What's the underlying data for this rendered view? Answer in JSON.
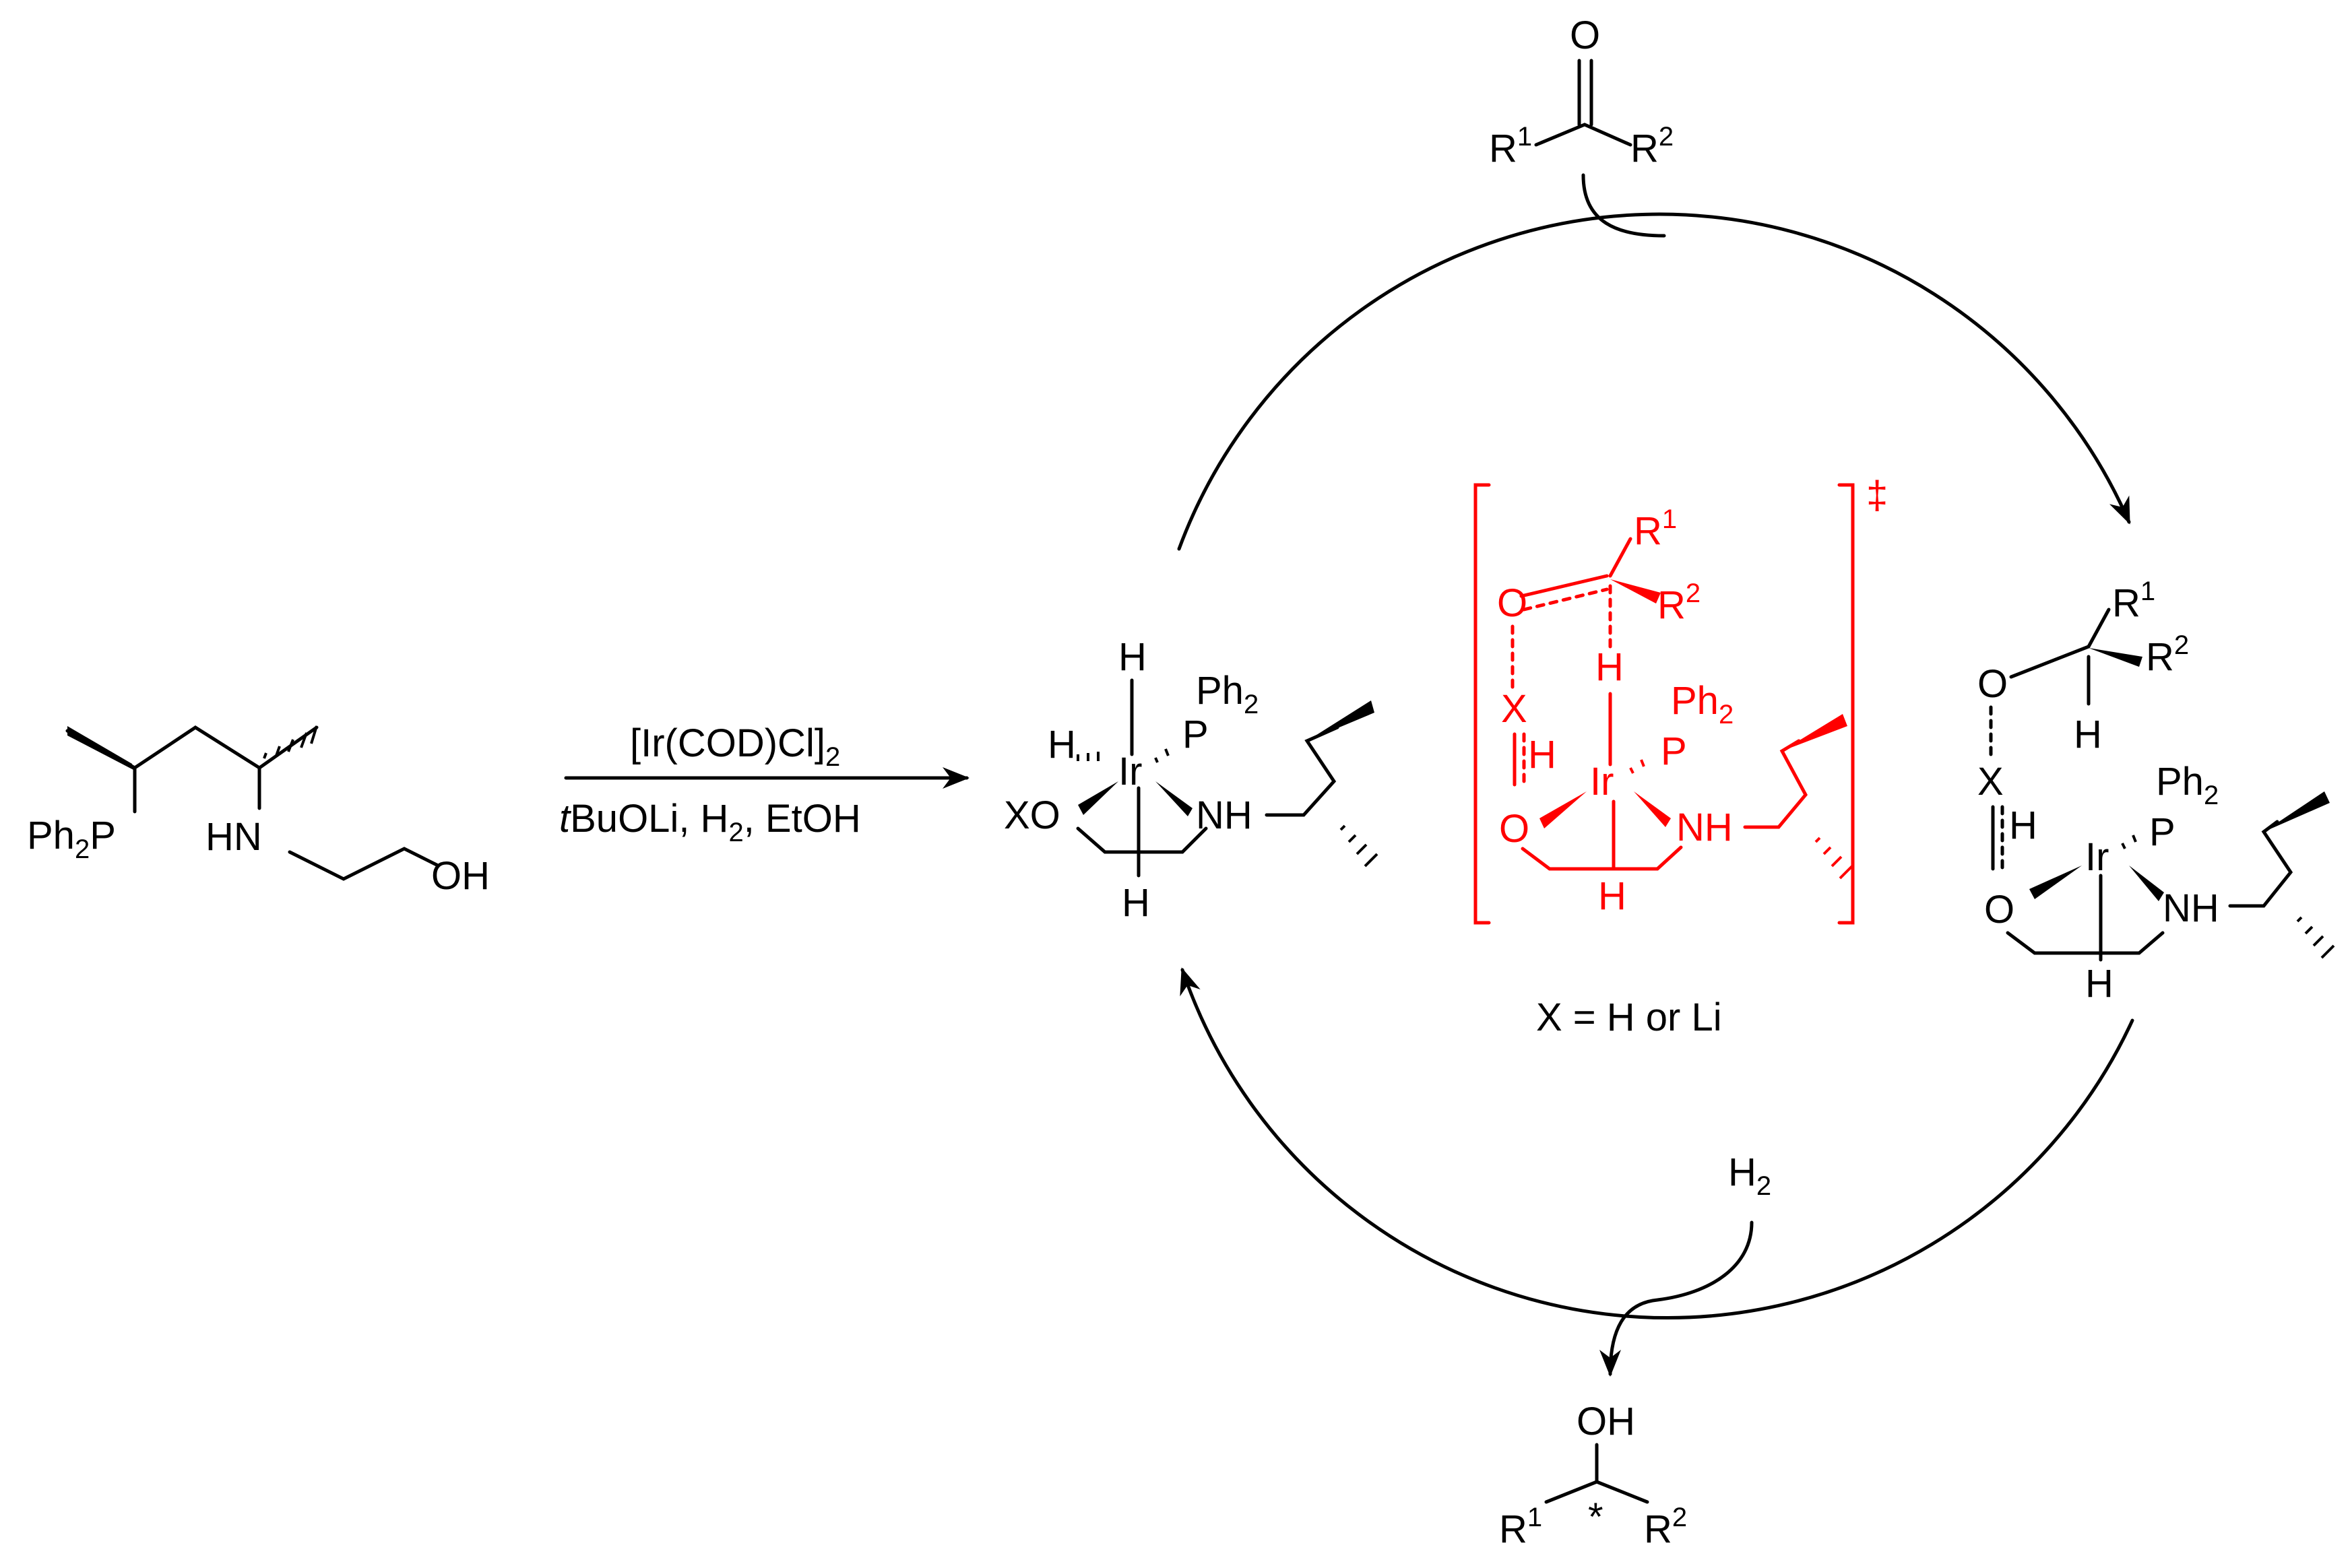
{
  "colors": {
    "ink": "#000000",
    "transition_state": "#ff0000"
  },
  "reaction_arrow": {
    "reagent_top": "[Ir(COD)Cl]",
    "reagent_top_sub": "2",
    "reagent_bottom_italic": "t",
    "reagent_bottom_a": "BuOLi, H",
    "reagent_bottom_sub": "2",
    "reagent_bottom_b": ", EtOH"
  },
  "ligand": {
    "ph": "Ph",
    "ph_sub": "2",
    "p": "P",
    "hn": "HN",
    "oh": "OH"
  },
  "catalyst": {
    "h": "H",
    "ir": "Ir",
    "p": "P",
    "ph": "Ph",
    "ph_sub": "2",
    "xo": "XO",
    "nh": "NH"
  },
  "ketone": {
    "o": "O",
    "r": "R",
    "r1": "1",
    "r2": "2"
  },
  "transition_state": {
    "dagger": "‡",
    "o": "O",
    "x": "X",
    "h": "H",
    "ir": "Ir",
    "p": "P",
    "ph": "Ph",
    "ph_sub": "2",
    "nh": "NH",
    "r": "R",
    "r1": "1",
    "r2": "2"
  },
  "product_complex": {
    "o": "O",
    "x": "X",
    "h": "H",
    "ir": "Ir",
    "p": "P",
    "ph": "Ph",
    "ph_sub": "2",
    "nh": "NH",
    "r": "R",
    "r1": "1",
    "r2": "2"
  },
  "definition": "X = H or Li",
  "hydrogen": {
    "label": "H",
    "sub": "2"
  },
  "alcohol": {
    "oh": "OH",
    "r": "R",
    "r1": "1",
    "r2": "2",
    "stereo_mark": "*"
  }
}
